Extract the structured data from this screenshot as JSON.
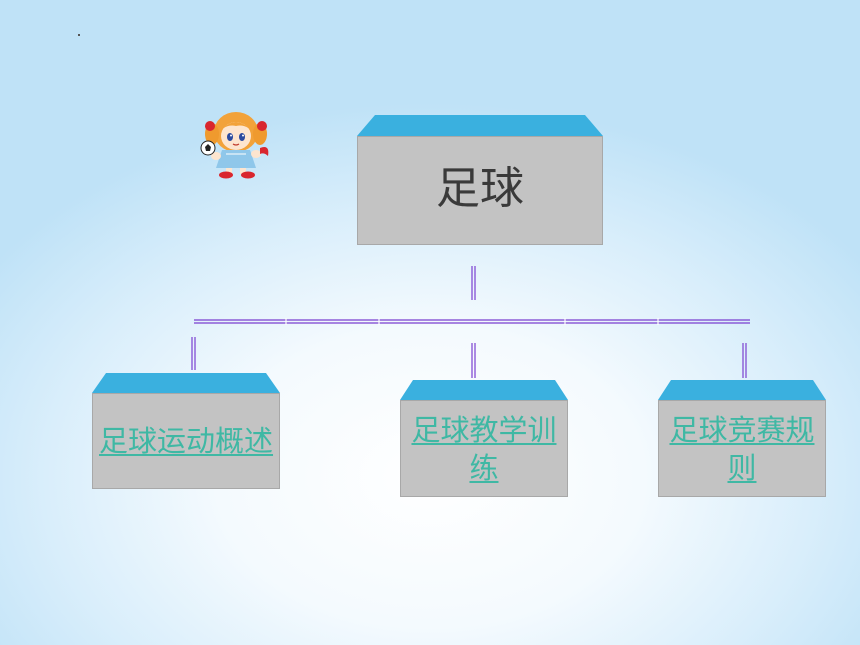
{
  "diagram": {
    "root": {
      "label": "足球"
    },
    "children": [
      {
        "label": "足球运动概述"
      },
      {
        "label": "足球教学训练"
      },
      {
        "label": "足球竞赛规则"
      }
    ]
  },
  "colors": {
    "box_fill": "#c3c3c3",
    "box_cap": "#3ab0df",
    "connector": "#7a3fd0",
    "link_text": "#3fb8a4"
  }
}
